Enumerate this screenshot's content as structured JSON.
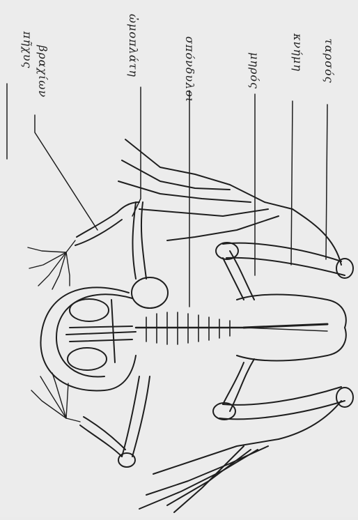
{
  "diagram": {
    "labels": [
      {
        "id": "pechys",
        "text": "πῆχυς"
      },
      {
        "id": "brachion",
        "text": "βραχίων"
      },
      {
        "id": "omoplate",
        "text": "ὠμοπλάτη"
      },
      {
        "id": "spondyloi",
        "text": "σπόνδυλοι"
      },
      {
        "id": "meros",
        "text": "μηρός"
      },
      {
        "id": "kneme",
        "text": "κνήμη"
      },
      {
        "id": "tarsos",
        "text": "ταρσός"
      }
    ]
  },
  "style": {
    "ink": "#1e1e1e",
    "paper": "#ececec"
  }
}
